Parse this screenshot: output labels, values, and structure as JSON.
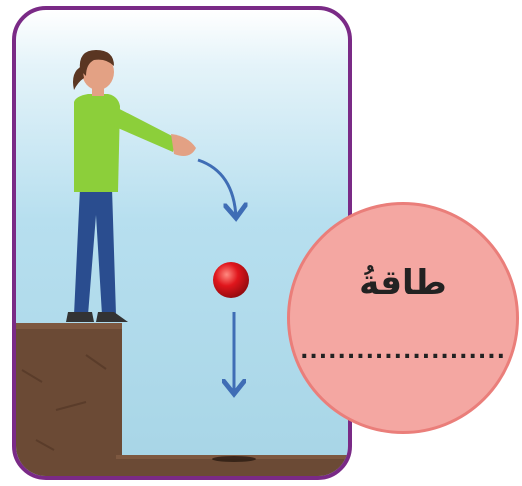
{
  "card": {
    "word": "طاقةُ",
    "answer_blank": "......................"
  },
  "colors": {
    "frame": "#7a2a86",
    "sky": "#b7dfef",
    "ground": "#6b4a35",
    "ball": "#e0161c",
    "arrow": "#3f6db5",
    "bubble_fill": "#f4a7a2",
    "bubble_border": "#ea7e7a"
  },
  "icons": [
    "girl-figure",
    "curved-arrow-icon",
    "down-arrow-icon",
    "ball"
  ]
}
